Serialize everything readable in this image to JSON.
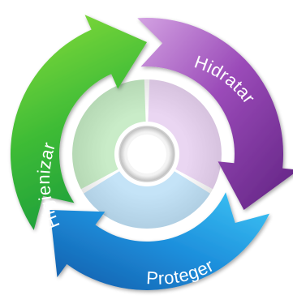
{
  "diagram": {
    "type": "cycle",
    "steps": [
      {
        "id": "hidratar",
        "label": "Hidratar",
        "color_light": "#c58fd6",
        "color_dark": "#6a2c8c"
      },
      {
        "id": "proteger",
        "label": "Proteger",
        "color_light": "#33b8f0",
        "color_dark": "#1660b4"
      },
      {
        "id": "higienizar",
        "label": "Higienizar",
        "color_light": "#7fd23c",
        "color_dark": "#1c9a32"
      }
    ]
  }
}
